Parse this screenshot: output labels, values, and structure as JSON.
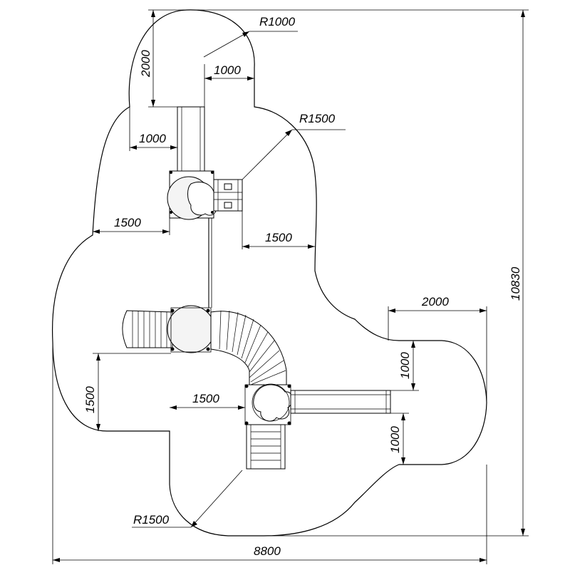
{
  "dimensions": {
    "r_top": "R1000",
    "top_height": "2000",
    "top_width": "1000",
    "r_right_upper": "R1500",
    "upper_left_offset": "1000",
    "left_mid_offset": "1500",
    "right_mid_offset": "1500",
    "right_lobe_width": "2000",
    "right_upper_gap": "1000",
    "left_lower_height": "1500",
    "center_offset": "1500",
    "right_lower_gap": "1000",
    "r_bottom": "R1500",
    "total_width": "8800",
    "total_height": "10830"
  }
}
